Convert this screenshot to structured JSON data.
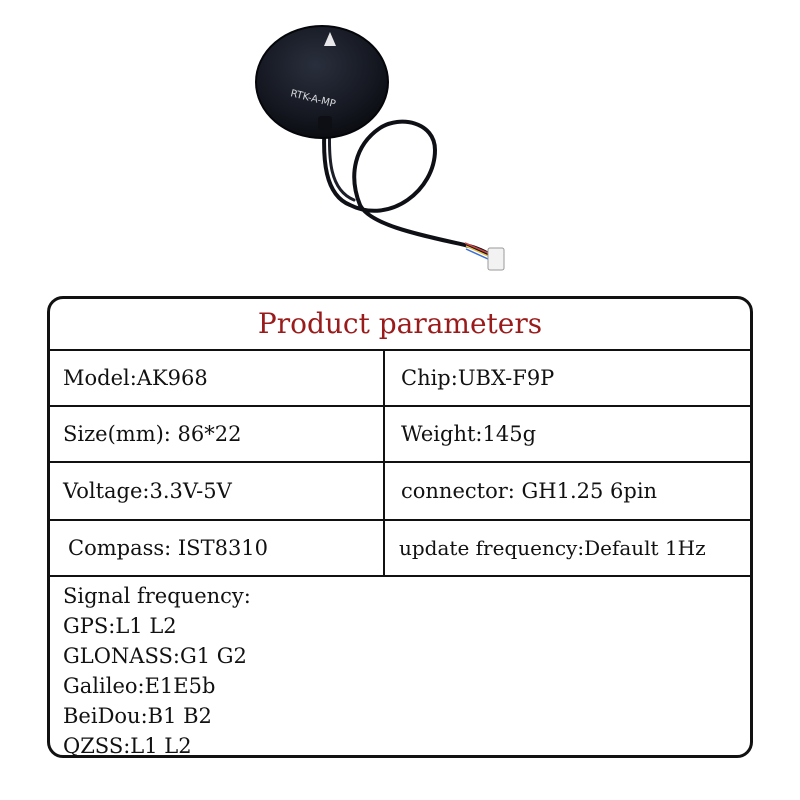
{
  "product": {
    "label": "RTK-A-MP"
  },
  "params": {
    "title": "Product parameters",
    "rows": [
      {
        "left": "Model:AK968",
        "right": "Chip:UBX-F9P"
      },
      {
        "left": "Size(mm): 86*22",
        "right": "Weight:145g"
      },
      {
        "left": "Voltage:3.3V-5V",
        "right": "connector: GH1.25 6pin"
      },
      {
        "left": "Compass: IST8310",
        "right": "update frequency:Default 1Hz"
      }
    ],
    "signal": {
      "heading": "Signal frequency:",
      "lines": [
        "GPS:L1 L2",
        "GLONASS:G1 G2",
        "Galileo:E1E5b",
        "BeiDou:B1 B2",
        "QZSS:L1 L2"
      ]
    }
  },
  "colors": {
    "title": "#9a1b1b",
    "border": "#111111",
    "device": "#151821"
  }
}
